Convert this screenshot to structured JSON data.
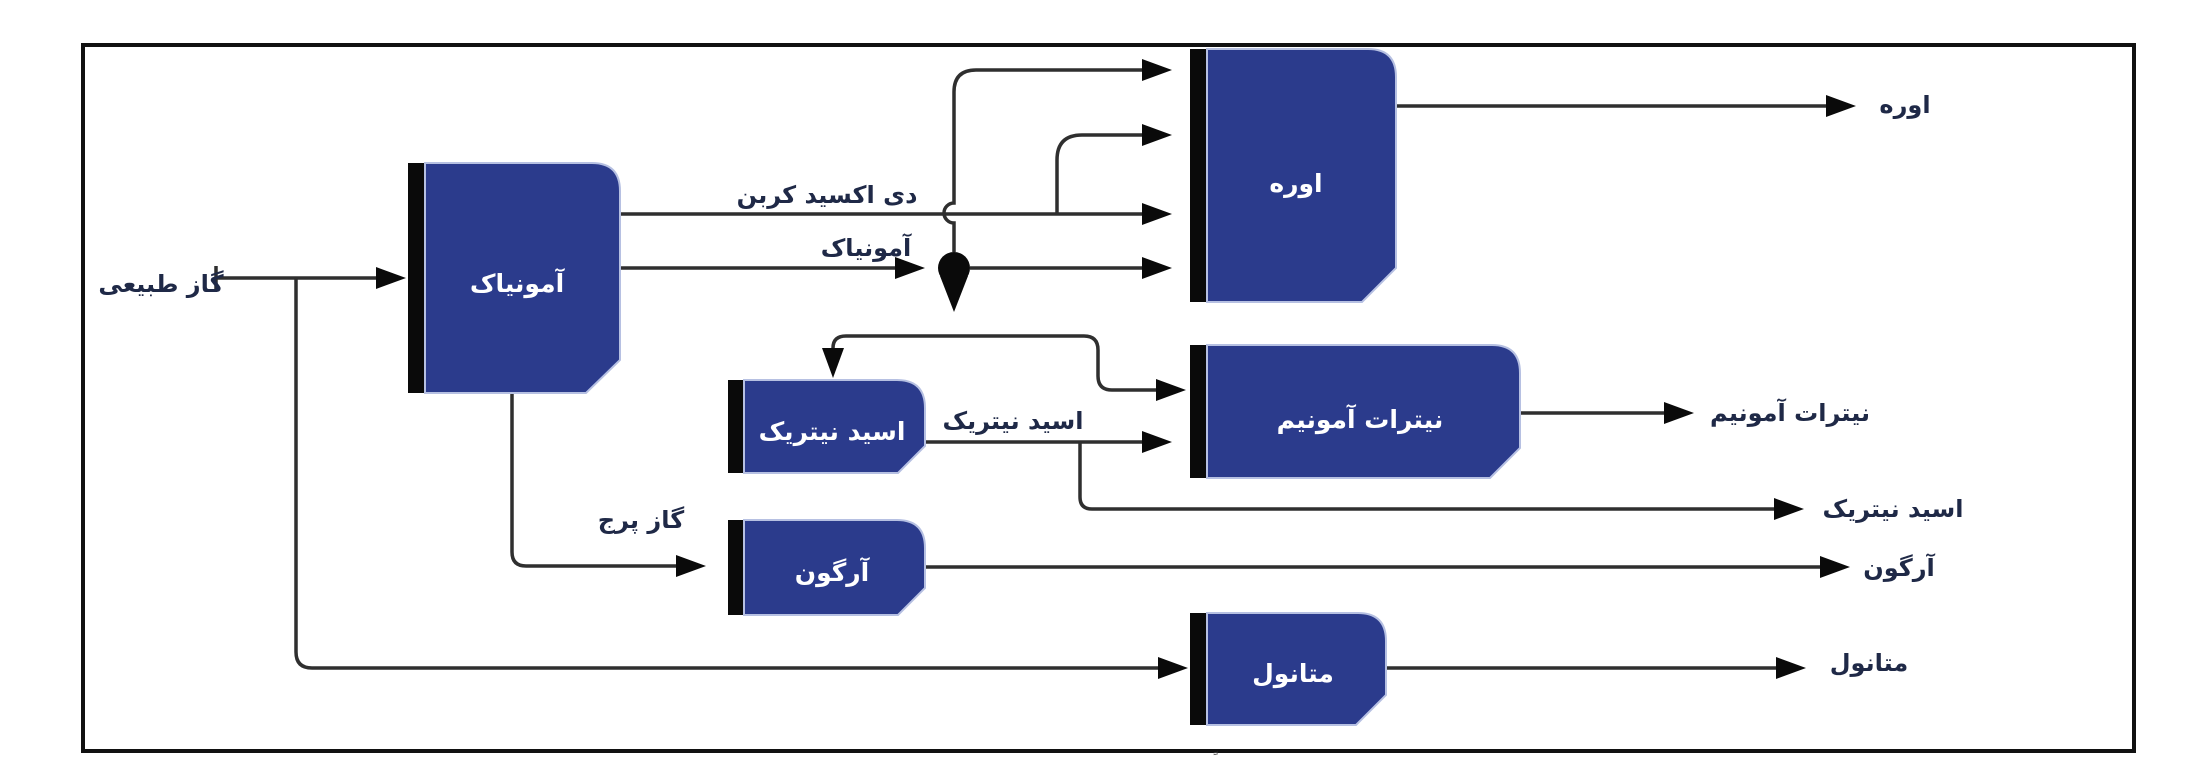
{
  "diagram": {
    "source_label": "گاز طبیعی",
    "boxes": {
      "ammonia": {
        "label": "آمونیاک"
      },
      "urea": {
        "label": "اوره"
      },
      "nitric_acid": {
        "label": "اسید نیتریک"
      },
      "ammonium_nitrate": {
        "label": "نیترات آمونیم"
      },
      "argon": {
        "label": "آرگون"
      },
      "methanol": {
        "label": "متانول"
      }
    },
    "stream_labels": {
      "carbon_dioxide": "دی اکسید کربن",
      "ammonia": "آمونیاک",
      "nitric_acid": "اسید نیتریک",
      "purge_gas": "گاز پرج"
    },
    "product_labels": {
      "urea": "اوره",
      "ammonium_nitrate": "نیترات آمونیم",
      "nitric_acid": "اسید نیتریک",
      "argon": "آرگون",
      "methanol": "متانول"
    },
    "footnote_artifact": "ً",
    "colors": {
      "box_fill": "#2b3b8c",
      "box_outline": "#b6c0e2",
      "accent_bar": "#0a0a0a",
      "flow_line": "#2f2f2f",
      "border": "#111111",
      "label_dark": "#1f2947",
      "label_light": "#ffffff",
      "background": "#ffffff"
    }
  }
}
